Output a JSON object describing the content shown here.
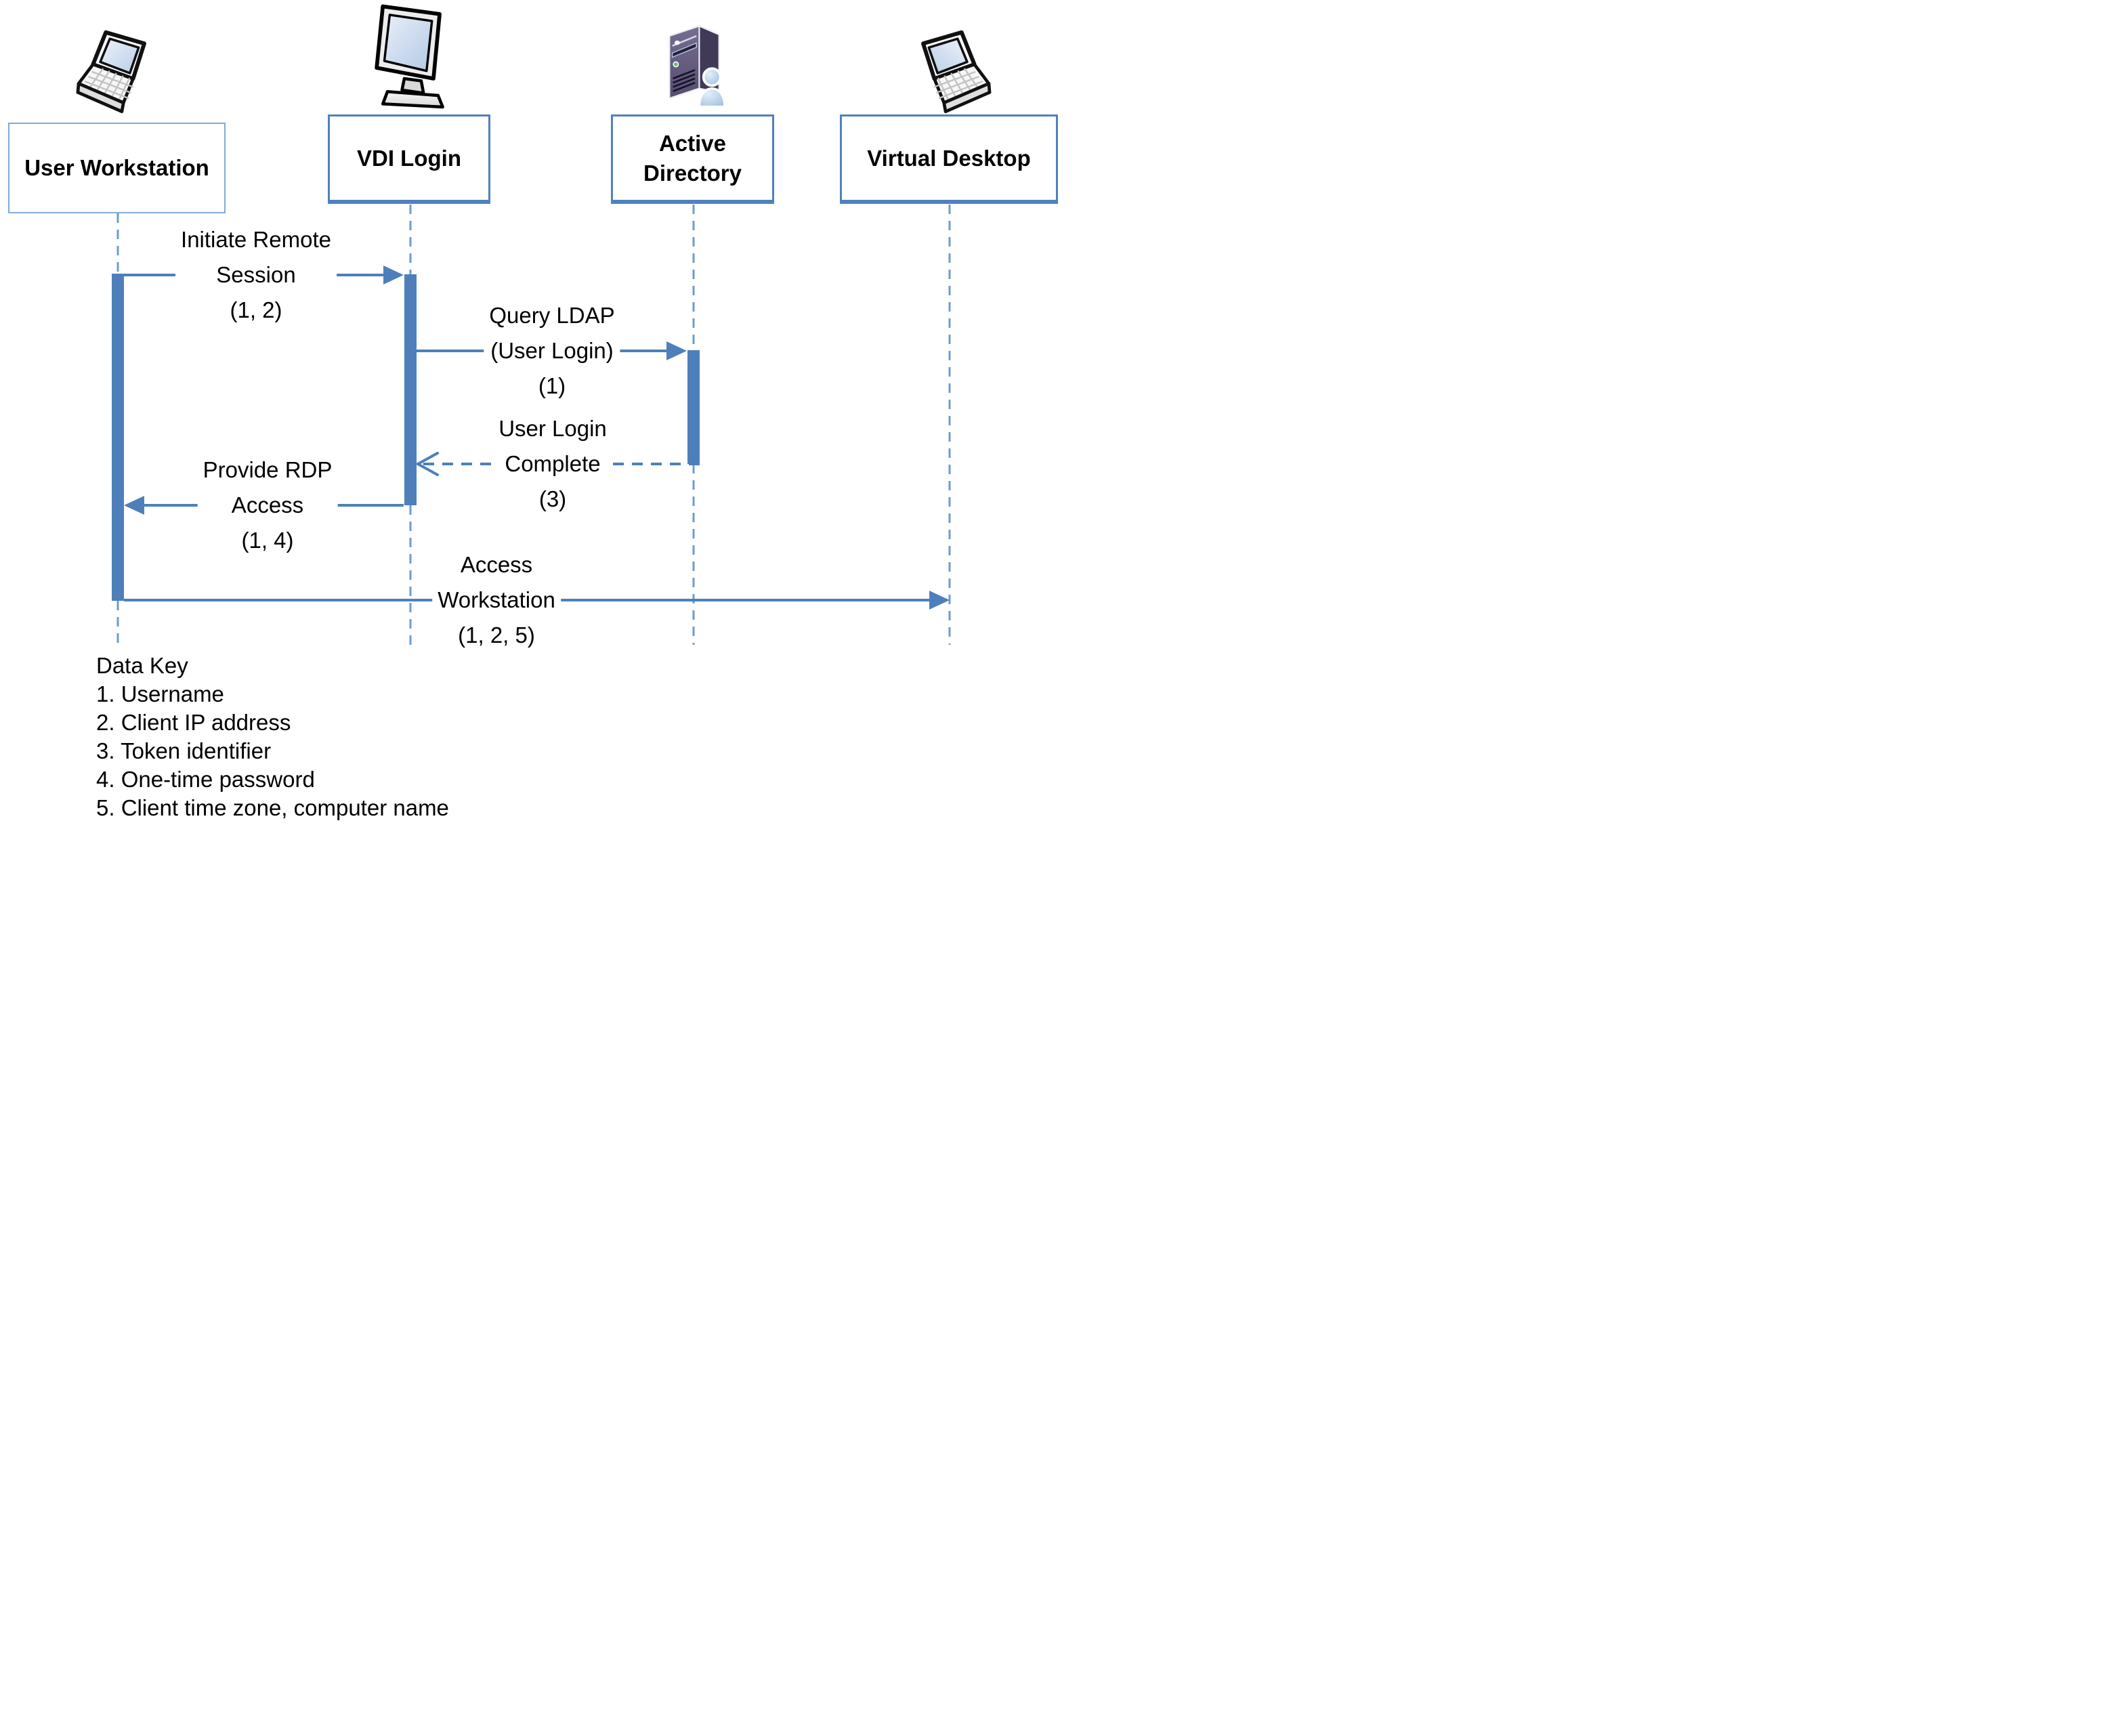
{
  "diagram": {
    "title_hint": "VDI remote session sequence diagram",
    "actors": [
      {
        "id": "user-workstation",
        "label": "User Workstation",
        "icon": "laptop-icon"
      },
      {
        "id": "vdi-login",
        "label": "VDI Login",
        "icon": "monitor-icon"
      },
      {
        "id": "active-directory",
        "label": "Active Directory",
        "icon": "server-user-icon"
      },
      {
        "id": "virtual-desktop",
        "label": "Virtual Desktop",
        "icon": "laptop-icon"
      }
    ],
    "messages": [
      {
        "from": "user-workstation",
        "to": "vdi-login",
        "style": "solid",
        "label_lines": [
          "Initiate Remote",
          "Session",
          "(1, 2)"
        ]
      },
      {
        "from": "vdi-login",
        "to": "active-directory",
        "style": "solid",
        "label_lines": [
          "Query LDAP",
          "(User Login)",
          "(1)"
        ]
      },
      {
        "from": "active-directory",
        "to": "vdi-login",
        "style": "dashed",
        "label_lines": [
          "User Login",
          "Complete",
          "(3)"
        ]
      },
      {
        "from": "vdi-login",
        "to": "user-workstation",
        "style": "solid",
        "label_lines": [
          "Provide RDP",
          "Access",
          "(1, 4)"
        ]
      },
      {
        "from": "user-workstation",
        "to": "virtual-desktop",
        "style": "solid",
        "label_lines": [
          "Access",
          "Workstation",
          "(1, 2, 5)"
        ]
      }
    ],
    "data_key": {
      "title": "Data Key",
      "items": [
        "1. Username",
        "2. Client IP address",
        "3. Token identifier",
        "4. One-time password",
        "5. Client time zone, computer name"
      ]
    }
  },
  "theme": {
    "accent": "#4d80ba",
    "lifeline": "#6d9bd0",
    "box_border": "#4f81bd",
    "box_border_light": "#82aad4",
    "text": "#000000",
    "background": "#ffffff",
    "server_purple": "#5c5377",
    "person_blue": "#9cbede"
  }
}
